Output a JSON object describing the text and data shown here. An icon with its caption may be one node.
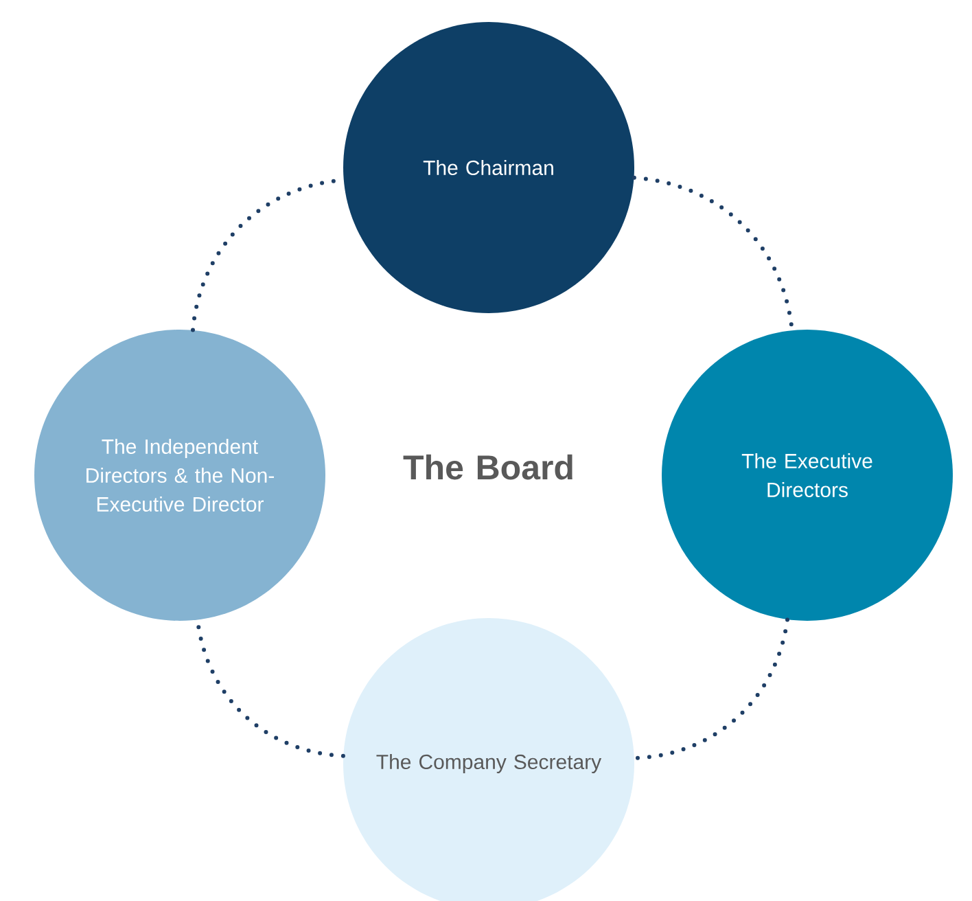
{
  "diagram": {
    "nodes": [
      {
        "text": [
          "The Chairman"
        ]
      },
      {
        "text": [
          "The Executive Directors"
        ]
      },
      {
        "text": [
          "The Company Secretary"
        ]
      },
      {
        "text": [
          "The Independent Directors & the Non-Executive Director"
        ]
      }
    ],
    "edges": [
      {
        "from": 0,
        "to": 1,
        "arrow": "none"
      },
      {
        "from": 1,
        "to": 2,
        "arrow": "none"
      },
      {
        "from": 2,
        "to": 3,
        "arrow": "none"
      },
      {
        "from": 3,
        "to": 0,
        "arrow": "none"
      }
    ],
    "labels": [
      "The Board"
    ]
  }
}
